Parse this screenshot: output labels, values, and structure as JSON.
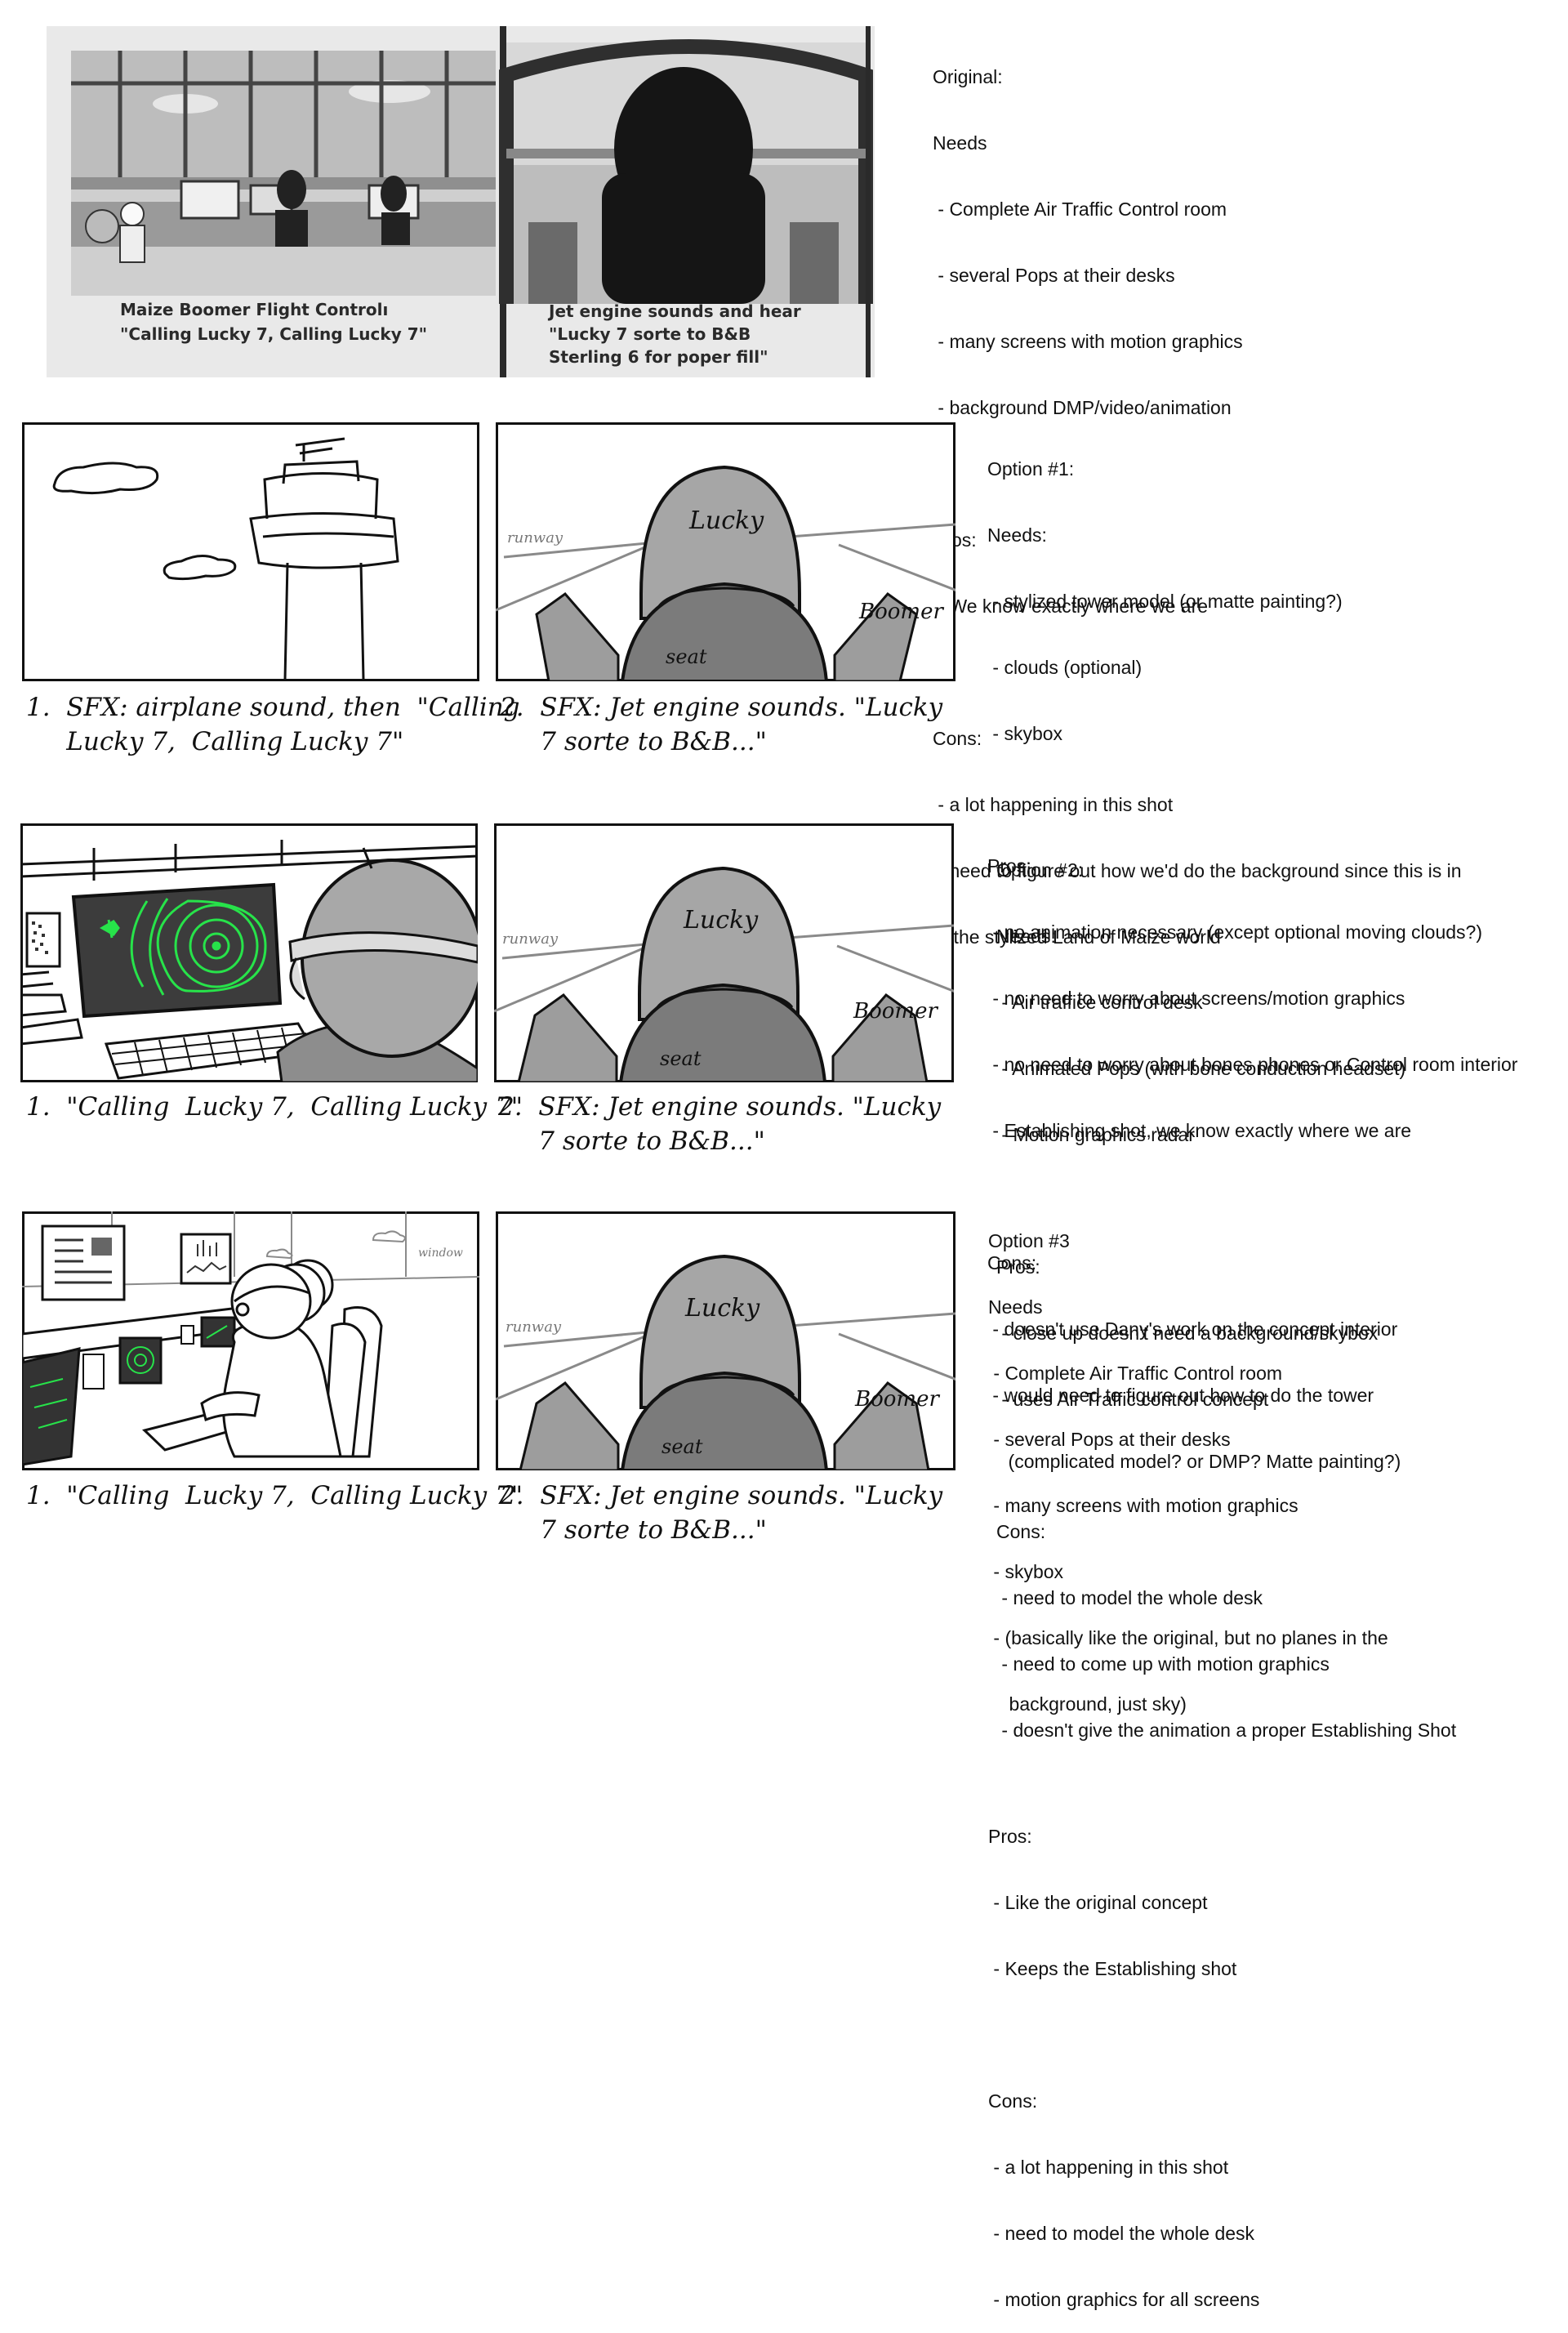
{
  "original": {
    "panel1_caption": [
      "Maize Boomer Flight Controlı",
      "\"Calling Lucky 7, Calling Lucky 7\""
    ],
    "panel2_caption": [
      "Jet engine sounds and hear",
      "\"Lucky 7 sorte to B&B",
      "Sterling 6 for poper fill\""
    ],
    "notes": [
      "Original:",
      "Needs",
      " - Complete Air Traffic Control room",
      " - several Pops at their desks",
      " - many screens with motion graphics",
      " - background DMP/video/animation",
      "",
      "Pros:",
      " - We know exactly where we are",
      "",
      "Cons:",
      " - a lot happening in this shot",
      " - need to figure out how we'd do the background since this is in",
      "    the stylized Land of Maize world"
    ]
  },
  "option1": {
    "caption1": "1.  SFX: airplane sound, then  \"Calling\n     Lucky 7,  Calling Lucky 7\"",
    "caption2": "2.  SFX: Jet engine sounds. \"Lucky\n     7 sorte to B&B...\"",
    "sketch_labels": {
      "runway": "runway",
      "lucky": "Lucky",
      "boomer": "Boomer",
      "seat": "seat"
    },
    "notes": [
      "Option #1:",
      "Needs:",
      " - stylized tower model (or matte painting?)",
      " - clouds (optional)",
      " - skybox",
      "",
      "Pros:",
      " - no animation necessary (except optional moving clouds?)",
      " - no need to worry about screens/motion graphics",
      " - no need to worry about bones phones or Control room interior",
      " - Establishing shot, we know exactly where we are",
      "",
      "Cons:",
      " - doesn't use Dany's work on the concept interior",
      " - would need to figure out how to do the tower",
      "    (complicated model? or DMP? Matte painting?)"
    ]
  },
  "option2": {
    "caption1": "1.  \"Calling  Lucky 7,  Calling Lucky 7\"",
    "caption2": "2.  SFX: Jet engine sounds. \"Lucky\n     7 sorte to B&B...\"",
    "sketch_labels": {
      "runway": "runway",
      "lucky": "Lucky",
      "boomer": "Boomer",
      "seat": "seat"
    },
    "notes": [
      "Option #2:",
      "Needs:",
      " - Air traffice control desk",
      " - Animated Pops (with bone conduction headset)",
      " - Motion graphics radar",
      "",
      "Pros:",
      " - close up doesn't need a background/skybox",
      " - uses Air Traffic control concept",
      "",
      "Cons:",
      " - need to model the whole desk",
      " - need to come up with motion graphics",
      " - doesn't give the animation a proper Establishing Shot"
    ]
  },
  "option3": {
    "caption1": "1.  \"Calling  Lucky 7,  Calling Lucky 7\"",
    "caption2": "2.  SFX: Jet engine sounds. \"Lucky\n     7 sorte to B&B...\"",
    "sketch_labels": {
      "runway": "runway",
      "lucky": "Lucky",
      "boomer": "Boomer",
      "seat": "seat",
      "window": "window"
    },
    "notes": [
      "Option #3",
      "Needs",
      " - Complete Air Traffic Control room",
      " - several Pops at their desks",
      " - many screens with motion graphics",
      " - skybox",
      " - (basically like the original, but no planes in the",
      "    background, just sky)",
      "",
      "Pros:",
      " - Like the original concept",
      " - Keeps the Establishing shot",
      "",
      "Cons:",
      " - a lot happening in this shot",
      " - need to model the whole desk",
      " - motion graphics for all screens"
    ]
  }
}
